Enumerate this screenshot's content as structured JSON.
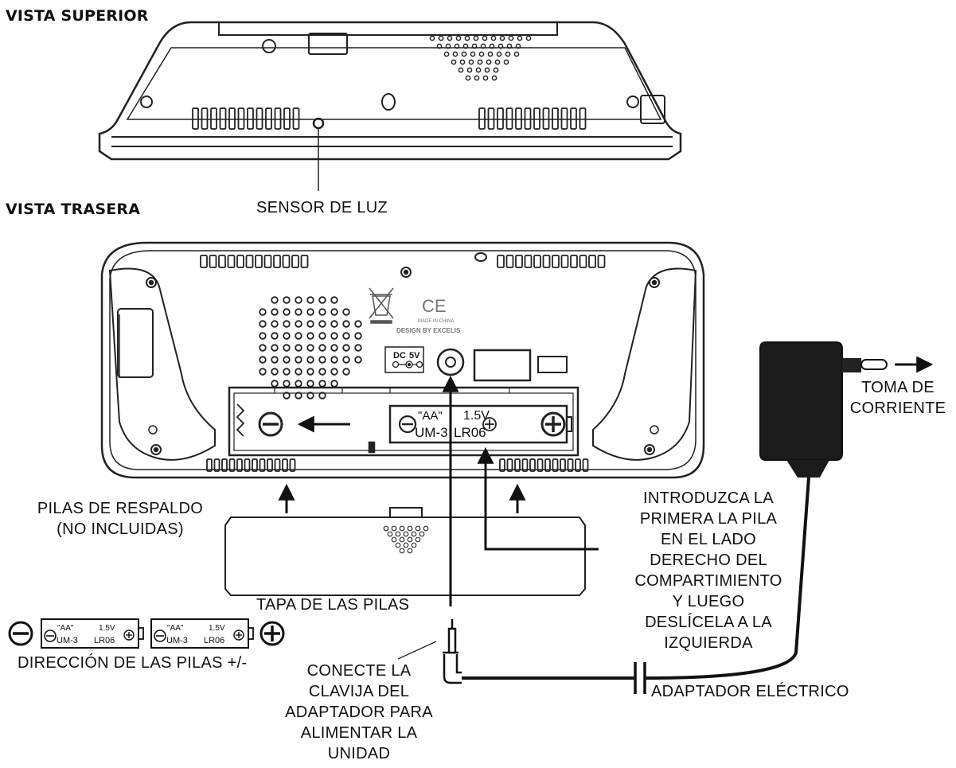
{
  "headings": {
    "top_view": "VISTA SUPERIOR",
    "rear_view": "VISTA TRASERA"
  },
  "labels": {
    "light_sensor": "SENSOR DE LUZ",
    "backup_batteries_1": "PILAS DE RESPALDO",
    "backup_batteries_2": "(NO INCLUIDAS)",
    "battery_cover": "TAPA DE LAS PILAS",
    "battery_direction": "DIRECCIÓN DE LAS PILAS +/-",
    "outlet_1": "TOMA DE",
    "outlet_2": "CORRIENTE",
    "adapter": "ADAPTADOR ELÉCTRICO",
    "insert_1": "INTRODUZCA LA",
    "insert_2": "PRIMERA LA PILA",
    "insert_3": "EN EL LADO",
    "insert_4": "DERECHO DEL",
    "insert_5": "COMPARTIMIENTO",
    "insert_6": "Y LUEGO",
    "insert_7": "DESLÍCELA A LA",
    "insert_8": "IZQUIERDA",
    "connect_1": "CONECTE LA",
    "connect_2": "CLAVIJA DEL",
    "connect_3": "ADAPTADOR PARA",
    "connect_4": "ALIMENTAR LA",
    "connect_5": "UNIDAD"
  },
  "device_markings": {
    "battery_type": "\"AA\"",
    "battery_size": "UM-3",
    "battery_voltage": "1.5V",
    "battery_code": "LR06",
    "dc_label": "DC",
    "dc_voltage": "5V",
    "made_in": "MADE IN CHINA",
    "design_by": "DESIGN BY EXCELIS",
    "ce_mark": "CE"
  }
}
